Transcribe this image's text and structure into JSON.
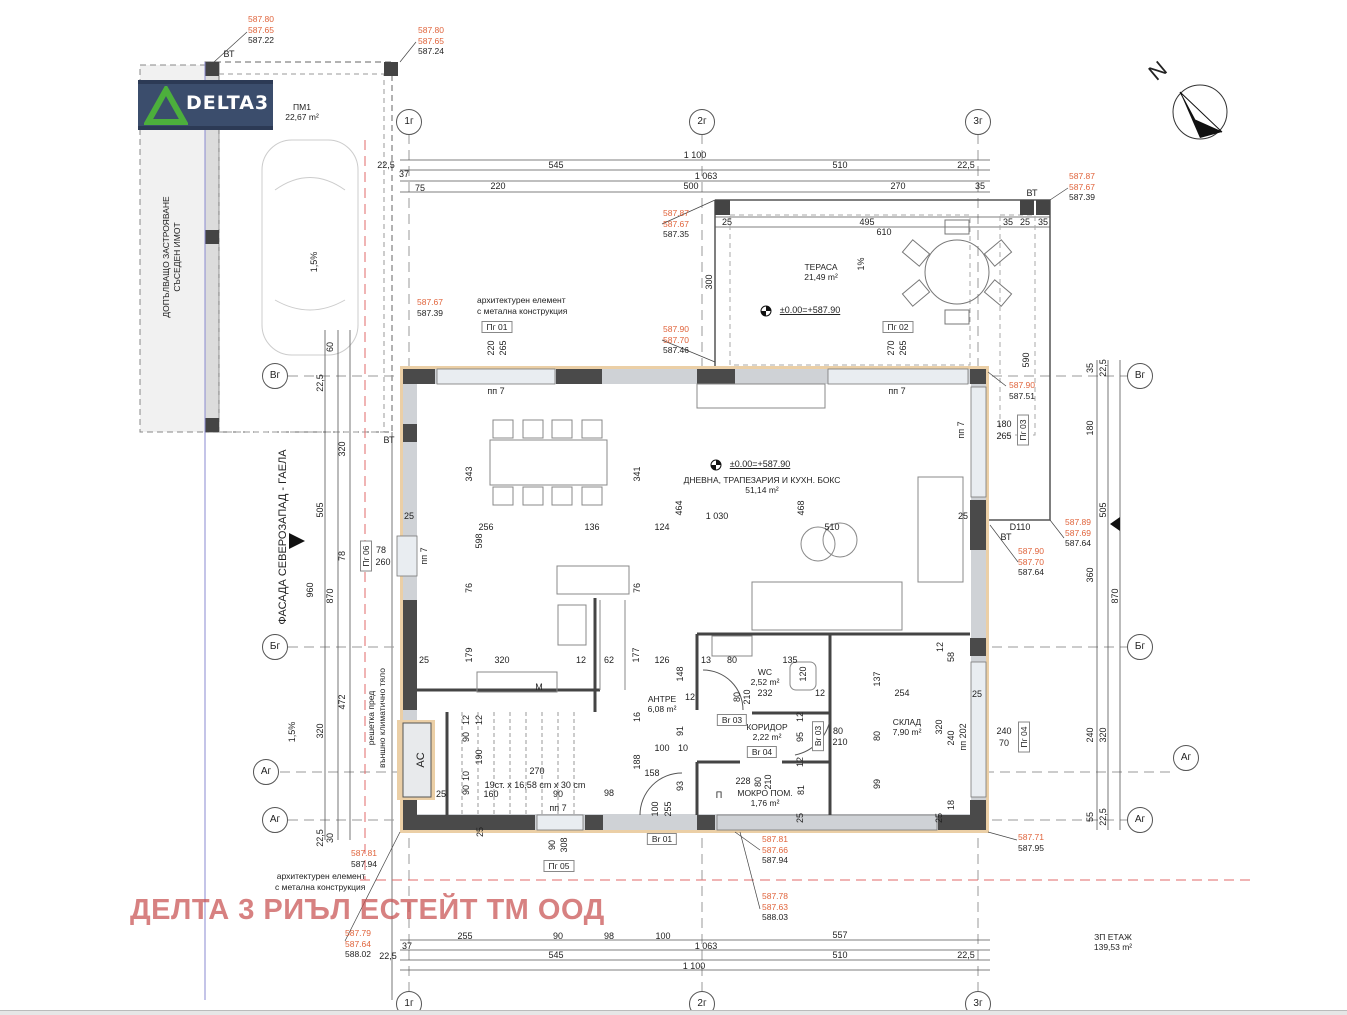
{
  "logo": {
    "text": "DELTA3",
    "brand_color": "#3b4d6c",
    "accent_color": "#4caf3c"
  },
  "watermark": "ДЕЛТА 3 РИЪЛ ЕСТЕЙТ ТМ ООД",
  "north_label": "N",
  "grid": {
    "g1": "1г",
    "g2": "2г",
    "g3": "3г",
    "v": "Вг",
    "b": "Бг",
    "a": "Аг"
  },
  "rooms": {
    "parking": {
      "name": "ПМ1",
      "area": "22,67 m²"
    },
    "terrace": {
      "name": "ТЕРАСА",
      "area": "21,49 m²"
    },
    "living": {
      "name": "ДНЕВНА, ТРАПЕЗАРИЯ И КУХН. БОКС",
      "area": "51,14 m²"
    },
    "wc": {
      "name": "WC",
      "area": "2,52 m²"
    },
    "entry": {
      "name": "АНТРЕ",
      "area": "6,08 m²"
    },
    "corridor": {
      "name": "КОРИДОР",
      "area": "2,22 m²"
    },
    "storage": {
      "name": "СКЛАД",
      "area": "7,90 m²"
    },
    "wet": {
      "name": "МОКРО ПОМ.",
      "area": "1,76 m²"
    },
    "floor_total": {
      "name": "ЗП ЕТАЖ",
      "area": "139,53 m²"
    }
  },
  "level_marks": [
    "±0.00=+587.90",
    "±0.00=+587.90"
  ],
  "elevations": [
    [
      "587.80",
      "587.65",
      "587.22"
    ],
    [
      "587.80",
      "587.65",
      "587.24"
    ],
    [
      "587.87",
      "587.67",
      "587.39"
    ],
    [
      "587.87",
      "587.67",
      "587.35"
    ],
    [
      "587.67",
      "587.39"
    ],
    [
      "587.90",
      "587.70",
      "587.46"
    ],
    [
      "587.90",
      "587.51"
    ],
    [
      "587.89",
      "587.69",
      "587.64"
    ],
    [
      "587.90",
      "587.70",
      "587.64"
    ],
    [
      "587.81",
      "587.66",
      "587.94"
    ],
    [
      "587.71",
      "587.95"
    ],
    [
      "587.81",
      "587.94"
    ],
    [
      "587.78",
      "587.63",
      "588.03"
    ],
    [
      "587.79",
      "587.64",
      "588.02"
    ]
  ],
  "openings": {
    "pg01": "Пг 01",
    "pg02": "Пг 02",
    "pg03": "Пг 03",
    "pg04": "Пг 04",
    "pg05": "Пг 05",
    "pg06": "Пг 06",
    "br01": "Br 01",
    "br03": "Br 03",
    "br03b": "Br 03",
    "br04": "Br 04"
  },
  "notes": {
    "arch_element_1": "архитектурен елемент",
    "arch_element_2": "с метална конструкция",
    "grille_1": "решетка пред",
    "grille_2": "външно климатично тяло",
    "neighbor_1": "ДОПЪЛВАЩО ЗАСТРОЯВАНЕ",
    "neighbor_2": "СЪСЕДЕН ИМОТ",
    "facade": "ФАСАДА СЕВЕРОЗАПАД - ГАЕЛА",
    "ac": "AC",
    "stairs": "19ст. x 16,58 cm x 30 cm",
    "slope_parking": "1,5%",
    "slope_terrace": "1%",
    "slope_left": "1,5%",
    "downpipe": "ВТ",
    "drain": "D110",
    "washer": "M",
    "shower": "П"
  },
  "dims": [
    "1 100",
    "22,5",
    "545",
    "510",
    "22,5",
    "37",
    "1 063",
    "75",
    "220",
    "500",
    "270",
    "35",
    "25",
    "495",
    "35",
    "25",
    "35",
    "610",
    "300",
    "590",
    "220",
    "265",
    "пп 7",
    "270",
    "265",
    "пп 7",
    "180",
    "265",
    "пп 7",
    "90",
    "308",
    "78",
    "260",
    "пп 7",
    "240",
    "70",
    "пп 202",
    "80",
    "210",
    "80",
    "210",
    "80",
    "210",
    "25",
    "256",
    "136",
    "124",
    "1 030",
    "510",
    "25",
    "343",
    "341",
    "464",
    "468",
    "598",
    "76",
    "76",
    "25",
    "179",
    "320",
    "12",
    "62",
    "177",
    "126",
    "148",
    "13",
    "80",
    "135",
    "120",
    "12",
    "232",
    "12",
    "137",
    "254",
    "12",
    "58",
    "25",
    "16",
    "91",
    "12",
    "95",
    "12",
    "80",
    "320",
    "240",
    "100",
    "10",
    "188",
    "158",
    "93",
    "228",
    "81",
    "99",
    "100",
    "255",
    "25",
    "18",
    "25",
    "25",
    "25",
    "160",
    "90",
    "98",
    "270",
    "пп 7",
    "12",
    "12",
    "90",
    "190",
    "10",
    "90",
    "60",
    "22,5",
    "320",
    "505",
    "78",
    "960",
    "870",
    "472",
    "320",
    "22,5",
    "30",
    "35",
    "22,5",
    "180",
    "505",
    "360",
    "870",
    "240",
    "320",
    "55",
    "22,5",
    "255",
    "90",
    "98",
    "100",
    "557",
    "37",
    "1 063",
    "22,5",
    "545",
    "510",
    "22,5",
    "1 100"
  ]
}
